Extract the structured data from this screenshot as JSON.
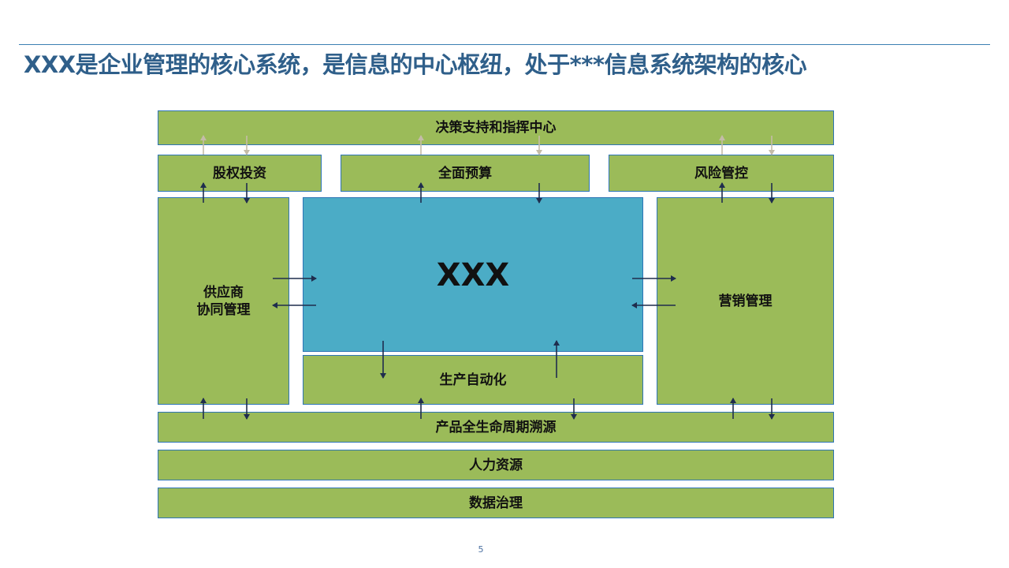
{
  "slide": {
    "title": "XXX是企业管理的核心系统，是信息的中心枢纽，处于***信息系统架构的核心",
    "page_number": "5"
  },
  "diagram": {
    "decision_center": "决策支持和指挥中心",
    "equity_investment": "股权投资",
    "full_budget": "全面预算",
    "risk_control": "风险管控",
    "supplier_mgmt": "供应商\n协同管理",
    "core_system": "XXX",
    "marketing_mgmt": "营销管理",
    "production_automation": "生产自动化",
    "product_lifecycle": "产品全生命周期溯源",
    "human_resources": "人力资源",
    "data_governance": "数据治理"
  },
  "colors": {
    "module_fill": "#9bbb59",
    "core_fill": "#4bacc6",
    "border": "#2e75b6",
    "title_text": "#2f5f8a",
    "arrow_dark": "#1f2d4d",
    "arrow_light": "#c4bca8"
  }
}
